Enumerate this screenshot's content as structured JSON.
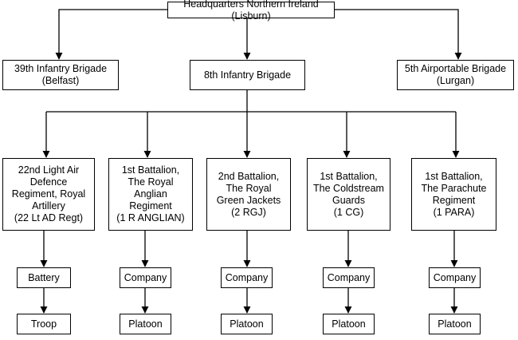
{
  "hq": {
    "label": "Headquarters Northern Ireland (Lisburn)"
  },
  "brigades": [
    {
      "label": "39th Infantry Brigade\n(Belfast)"
    },
    {
      "label": "8th Infantry Brigade"
    },
    {
      "label": "5th Airportable Brigade\n(Lurgan)"
    }
  ],
  "units": [
    {
      "label": "22nd Light Air\nDefence\nRegiment, Royal\nArtillery\n(22 Lt AD Regt)",
      "sub": "Battery",
      "subsub": "Troop"
    },
    {
      "label": "1st Battalion,\nThe Royal\nAnglian\nRegiment\n(1 R ANGLIAN)",
      "sub": "Company",
      "subsub": "Platoon"
    },
    {
      "label": "2nd Battalion,\nThe Royal\nGreen Jackets\n(2 RGJ)",
      "sub": "Company",
      "subsub": "Platoon"
    },
    {
      "label": "1st Battalion,\nThe Coldstream\nGuards\n(1 CG)",
      "sub": "Company",
      "subsub": "Platoon"
    },
    {
      "label": "1st Battalion,\nThe Parachute\nRegiment\n(1 PARA)",
      "sub": "Company",
      "subsub": "Platoon"
    }
  ]
}
